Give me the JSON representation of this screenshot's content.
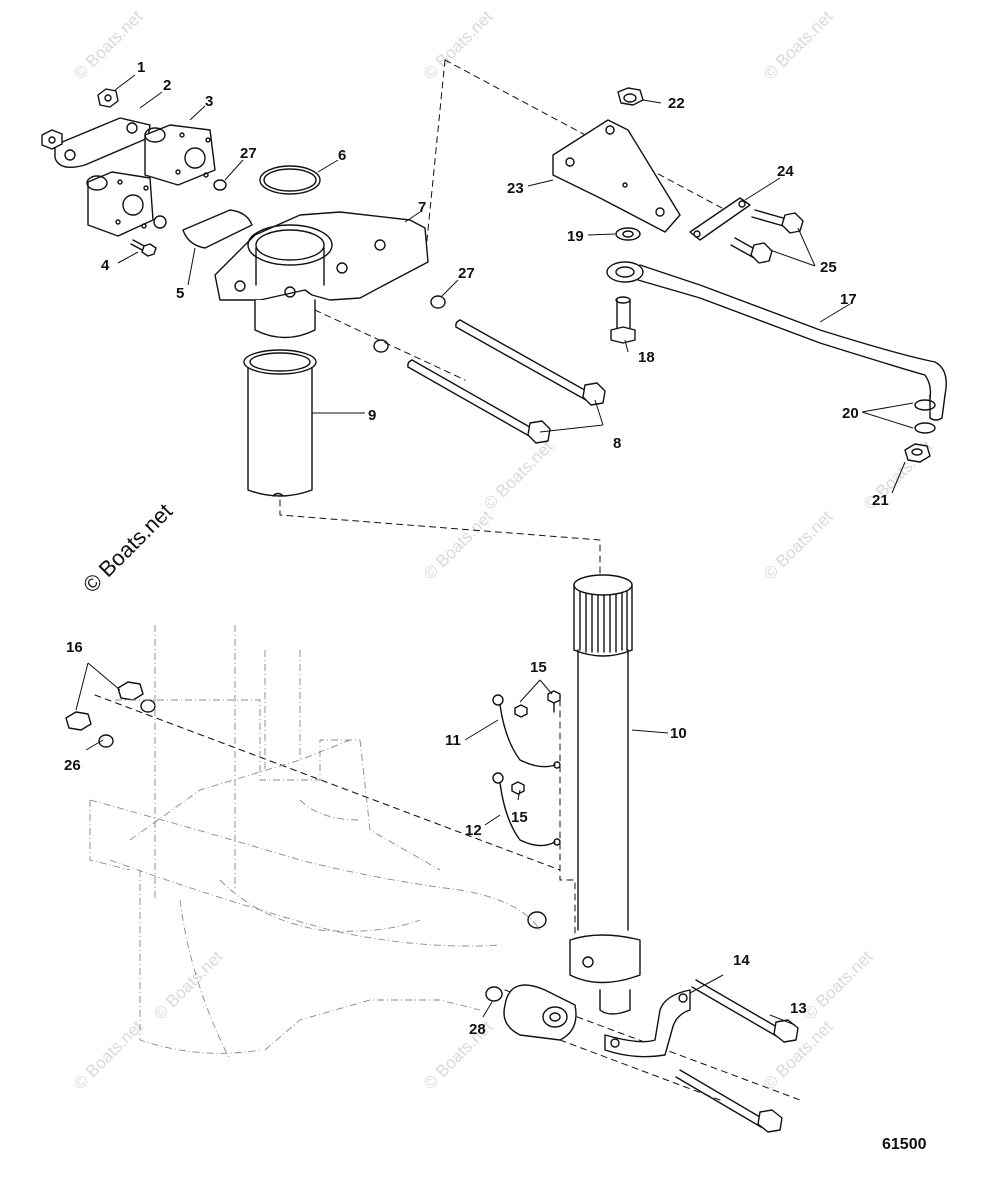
{
  "watermark": "© Boats.net",
  "watermark_main": "© Boats.net",
  "figure_id": "61500",
  "callouts": [
    "1",
    "2",
    "3",
    "4",
    "5",
    "6",
    "7",
    "8",
    "9",
    "10",
    "11",
    "12",
    "13",
    "14",
    "15",
    "15",
    "16",
    "17",
    "18",
    "19",
    "20",
    "21",
    "22",
    "23",
    "24",
    "25",
    "26",
    "27",
    "27",
    "28"
  ]
}
